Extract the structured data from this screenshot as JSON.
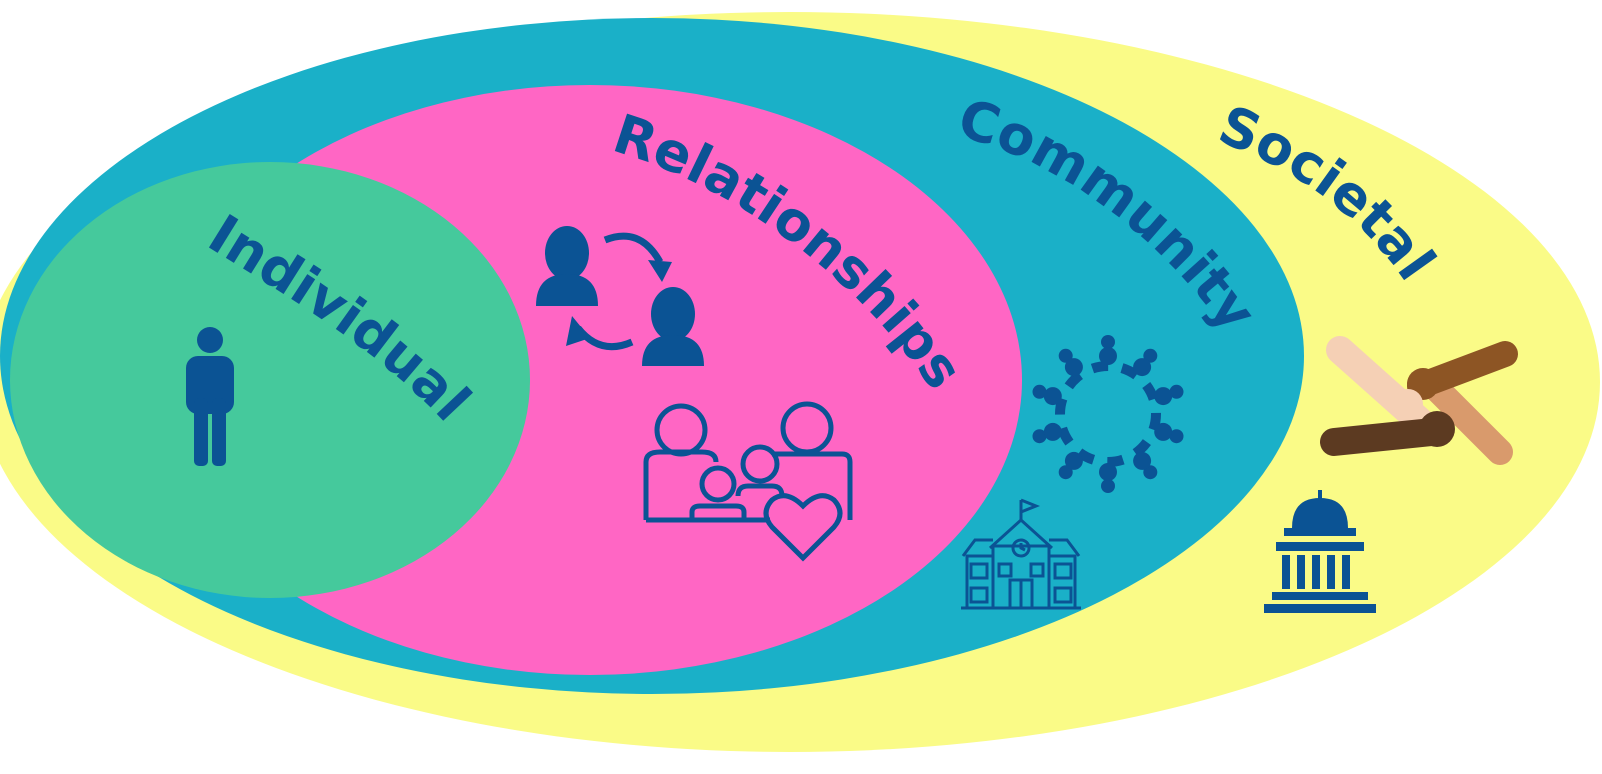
{
  "colors": {
    "societal": "#FAFB87",
    "community": "#1AB0C8",
    "relationships": "#FF66C4",
    "individual": "#45C99C",
    "ink": "#0B5394",
    "skin": [
      "#F5D0B5",
      "#D99A6C",
      "#8D5524",
      "#5C3A21"
    ]
  },
  "levels": [
    {
      "key": "individual",
      "label": "Individual",
      "icons": [
        "person-icon"
      ]
    },
    {
      "key": "relationships",
      "label": "Relationships",
      "icons": [
        "exchange-people-icon",
        "family-heart-icon"
      ]
    },
    {
      "key": "community",
      "label": "Community",
      "icons": [
        "people-circle-icon",
        "school-building-icon"
      ]
    },
    {
      "key": "societal",
      "label": "Societal",
      "icons": [
        "joined-hands-icon",
        "capitol-building-icon"
      ]
    }
  ]
}
